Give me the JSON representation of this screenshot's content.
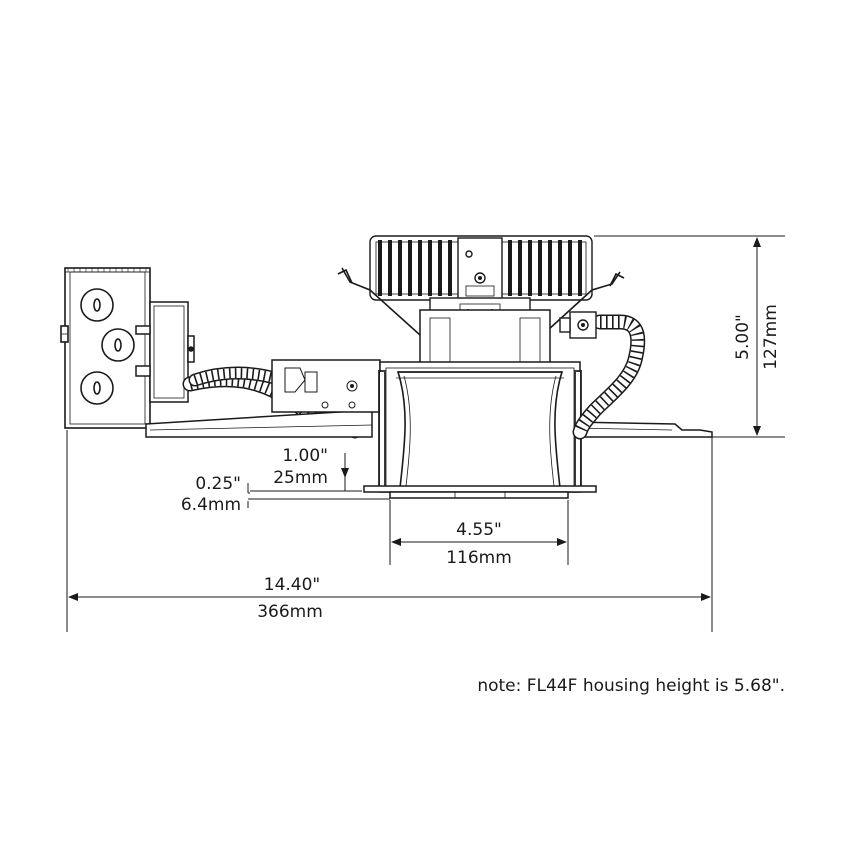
{
  "dimensions": {
    "height_in": "5.00\"",
    "height_mm": "127mm",
    "trim_in": "1.00\"",
    "trim_mm": "25mm",
    "flange_in": "0.25\"",
    "flange_mm": "6.4mm",
    "aperture_in": "4.55\"",
    "aperture_mm": "116mm",
    "overall_in": "14.40\"",
    "overall_mm": "366mm"
  },
  "note": "note: FL44F housing height is 5.68\"."
}
